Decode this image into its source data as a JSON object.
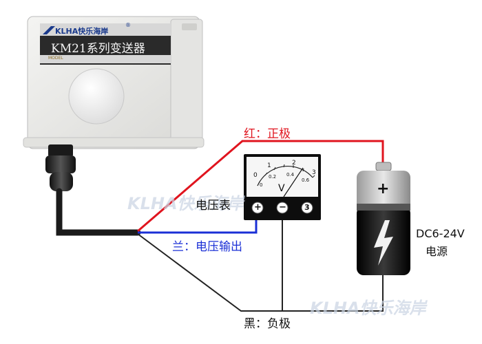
{
  "sensor": {
    "brand": "KLHA快乐海岸",
    "registered": "®",
    "model_title": "KM21系列变送器",
    "model_small": "MODEL"
  },
  "meter": {
    "label": "电压表",
    "unit": "V",
    "scale_top": [
      "0",
      "1",
      "2",
      "3"
    ],
    "scale_bottom": [
      "0",
      "0.2",
      "0.4",
      "0.6"
    ],
    "terminal_plus": "+",
    "terminal_minus": "−",
    "terminal_three": "3"
  },
  "battery": {
    "plus": "+",
    "label_line1": "DC6-24V",
    "label_line2": "电源"
  },
  "wires": {
    "red_label": "红：正极",
    "blue_label": "兰：电压输出",
    "black_label": "黑：负极",
    "red_color": "#e0141e",
    "blue_color": "#1a2fd6",
    "black_color": "#222222"
  },
  "watermarks": {
    "middle": "KLHA快乐海岸",
    "bottom": "KLHA快乐海岸"
  }
}
